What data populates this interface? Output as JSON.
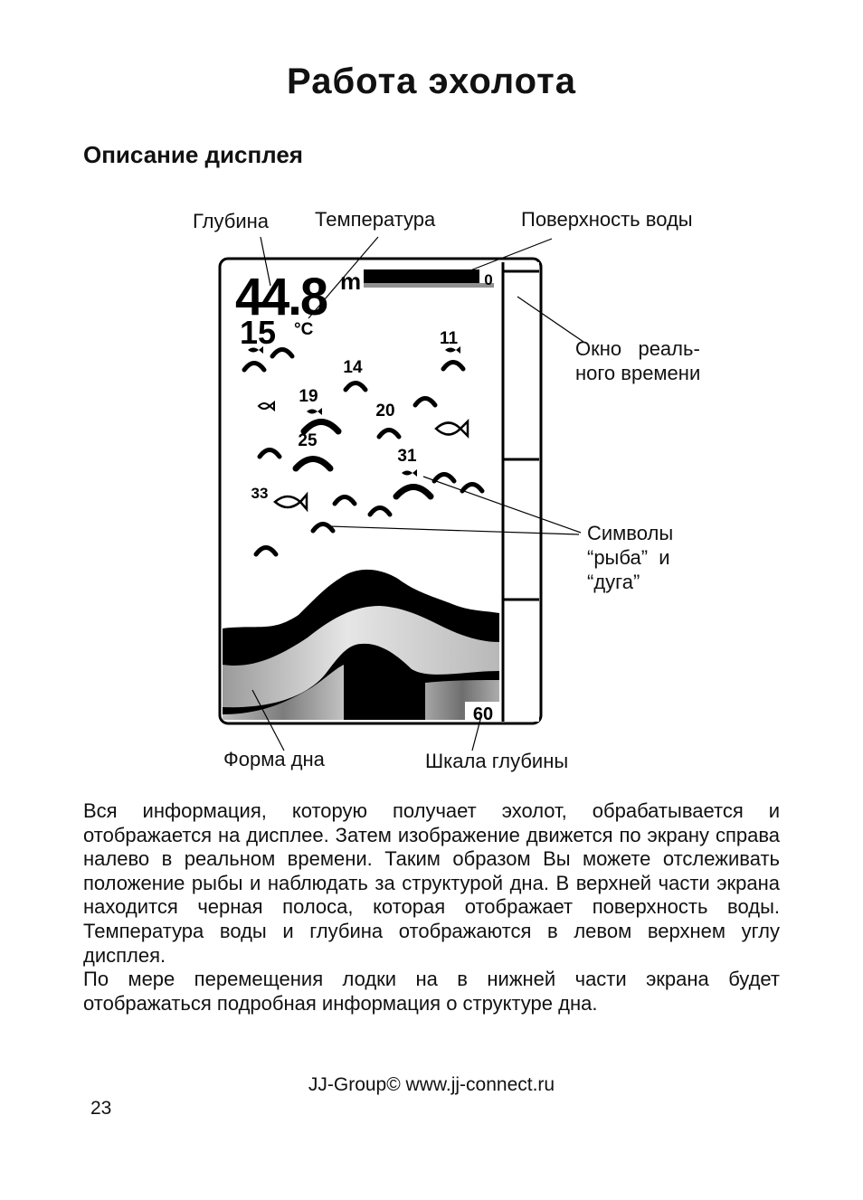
{
  "page": {
    "title": "Работа эхолота",
    "subtitle": "Описание дисплея"
  },
  "diagram": {
    "labels": {
      "depth": "Глубина",
      "temperature": "Температура",
      "surface": "Поверхность воды",
      "realtime_window_1": "Окно   реаль-",
      "realtime_window_2": "ного времени",
      "symbols_1": "Символы",
      "symbols_2": "“рыба”  и",
      "symbols_3": "“дуга”",
      "bottom_shape": "Форма дна",
      "depth_scale": "Шкала глубины"
    },
    "display": {
      "depth_value": "44.8",
      "depth_unit": "m",
      "temperature_value": "15",
      "temperature_unit": "°C",
      "surface_scale": "0",
      "bottom_scale": "60",
      "fish_depths": [
        "11",
        "14",
        "19",
        "20",
        "25",
        "31",
        "33"
      ]
    }
  },
  "body": {
    "paragraph_1": "Вся информация, которую получает эхолот, обрабатывается и отображается на дисплее. Затем изображение движется по экрану справа налево в реальном времени. Таким образом Вы можете отслеживать положение рыбы и наблюдать за структурой дна. В верхней части экрана находится черная полоса, которая отображает поверхность воды. Температура воды и глубина отображаются в левом верхнем углу дисплея.",
    "paragraph_2": "По мере перемещения лодки на в нижней части экрана будет отображаться подробная информация о структуре дна."
  },
  "footer": {
    "copyright": "JJ-Group© www.jj-connect.ru",
    "page_number": "23"
  }
}
